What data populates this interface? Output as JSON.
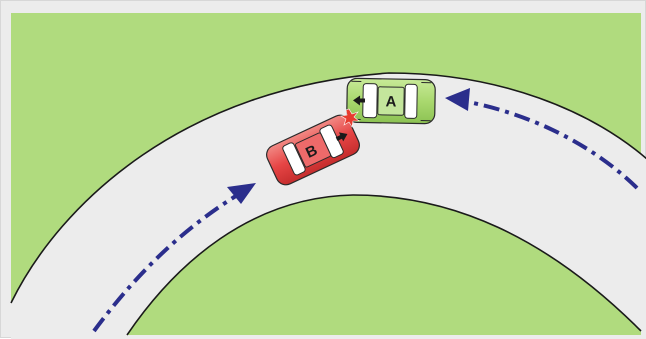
{
  "colors": {
    "grass": "#b0db7e",
    "road": "#ececec",
    "road_edge": "#1a1a1a",
    "arrow": "#2b2e8c",
    "car_a": "#a9d86e",
    "car_b": "#e64545",
    "impact": "#e63b2e"
  },
  "cars": {
    "a": {
      "label": "A",
      "direction": "left"
    },
    "b": {
      "label": "B",
      "direction": "right"
    }
  },
  "icons": {
    "car_a_arrow": "arrow-left-icon",
    "car_b_arrow": "arrow-right-icon",
    "impact": "impact-star-icon",
    "path_a": "dashed-path-arrow-icon",
    "path_b": "dashed-path-arrow-icon"
  }
}
